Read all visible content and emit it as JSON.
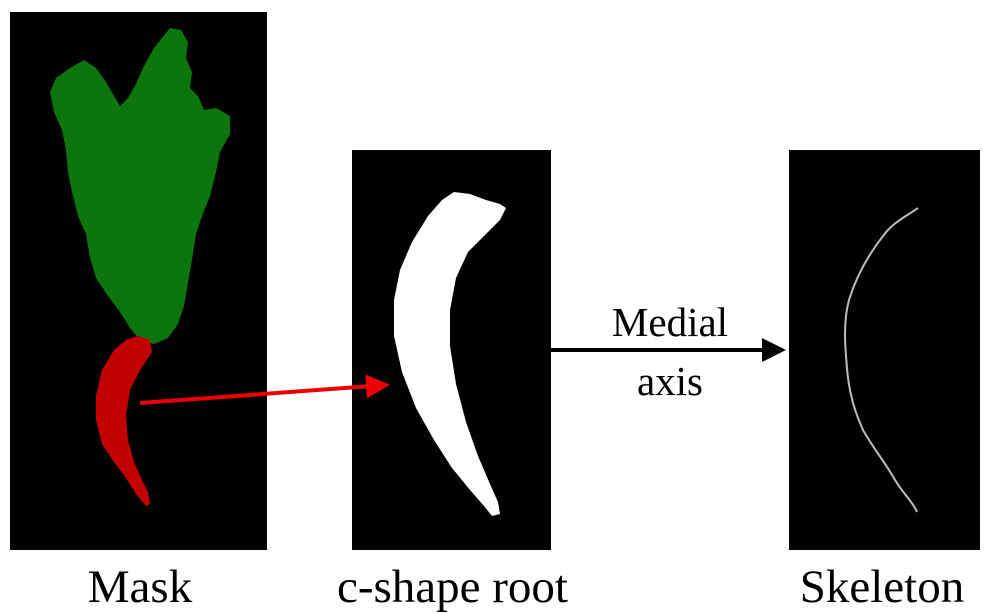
{
  "captions": {
    "mask": "Mask",
    "root": "c-shape root",
    "skeleton": "Skeleton"
  },
  "arrow_label": {
    "line1": "Medial",
    "line2": "axis"
  },
  "colors": {
    "background": "#000000",
    "leaf": "#0c760c",
    "root": "#c30000",
    "root_mask": "#ffffff",
    "skeleton_line": "#bdbdbd",
    "red_arrow": "#ee0000",
    "black_arrow": "#000000"
  }
}
